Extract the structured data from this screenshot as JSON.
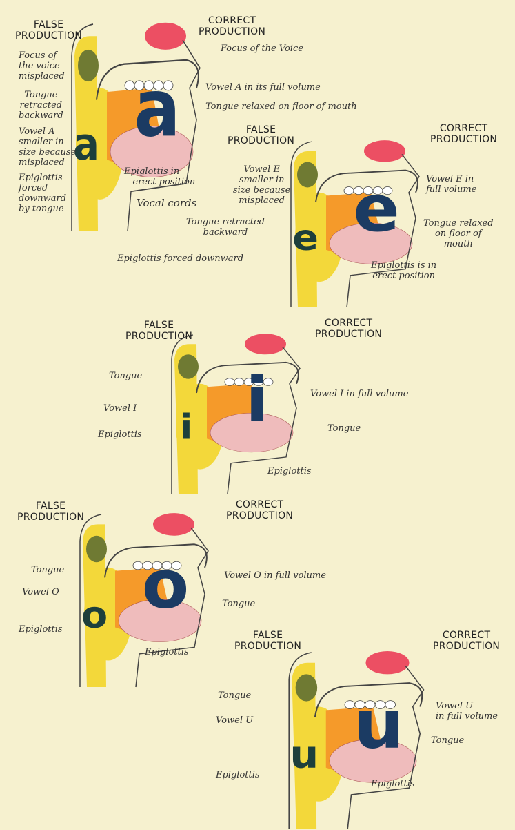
{
  "colors": {
    "background": "#f6f1cf",
    "yellow": "#f3d83a",
    "orange": "#f59a2a",
    "pink": "#efbcbc",
    "red_focus": "#ec4f63",
    "green_focus": "#6f7a33",
    "letter": "#1b3b63"
  },
  "panels": [
    {
      "vowel": "a",
      "false_heading": "FALSE\nPRODUCTION",
      "correct_heading": "CORRECT\nPRODUCTION",
      "labels": [
        "Focus of the Voice",
        "Focus of\nthe voice\nmisplaced",
        "Tongue\nretracted\nbackward",
        "Vowel A\nsmaller in\nsize because\nmisplaced",
        "Epiglottis\nforced\ndownward\nby tongue",
        "Vowel A in its full volume",
        "Tongue relaxed on floor of mouth",
        "Epiglottis in\n   erect position",
        "Vocal cords"
      ]
    },
    {
      "vowel": "e",
      "false_heading": "FALSE\nPRODUCTION",
      "correct_heading": "CORRECT\nPRODUCTION",
      "labels": [
        "Vowel E\nsmaller in\nsize because\nmisplaced",
        "Vowel E in\nfull volume",
        "Tongue retracted\nbackward",
        "Tongue relaxed\non floor of\nmouth",
        "Epiglottis forced downward",
        "Epiglottis is in\nerect position"
      ]
    },
    {
      "vowel": "i",
      "false_heading": "FALSE\nPRODUCTION",
      "correct_heading": "CORRECT\nPRODUCTION",
      "labels": [
        "Tongue",
        "Vowel I",
        "Epiglottis",
        "Vowel I in full volume",
        "Tongue",
        "Epiglottis"
      ]
    },
    {
      "vowel": "o",
      "false_heading": "FALSE\nPRODUCTION",
      "correct_heading": "CORRECT\nPRODUCTION",
      "labels": [
        "Tongue",
        "Vowel O",
        "Epiglottis",
        "Vowel O in full volume",
        "Tongue",
        "Epiglottis"
      ]
    },
    {
      "vowel": "u",
      "false_heading": "FALSE\nPRODUCTION",
      "correct_heading": "CORRECT\nPRODUCTION",
      "labels": [
        "Tongue",
        "Vowel U",
        "Vowel U\nin full volume",
        "Tongue",
        "Epiglottis",
        "Epiglottis"
      ]
    }
  ]
}
